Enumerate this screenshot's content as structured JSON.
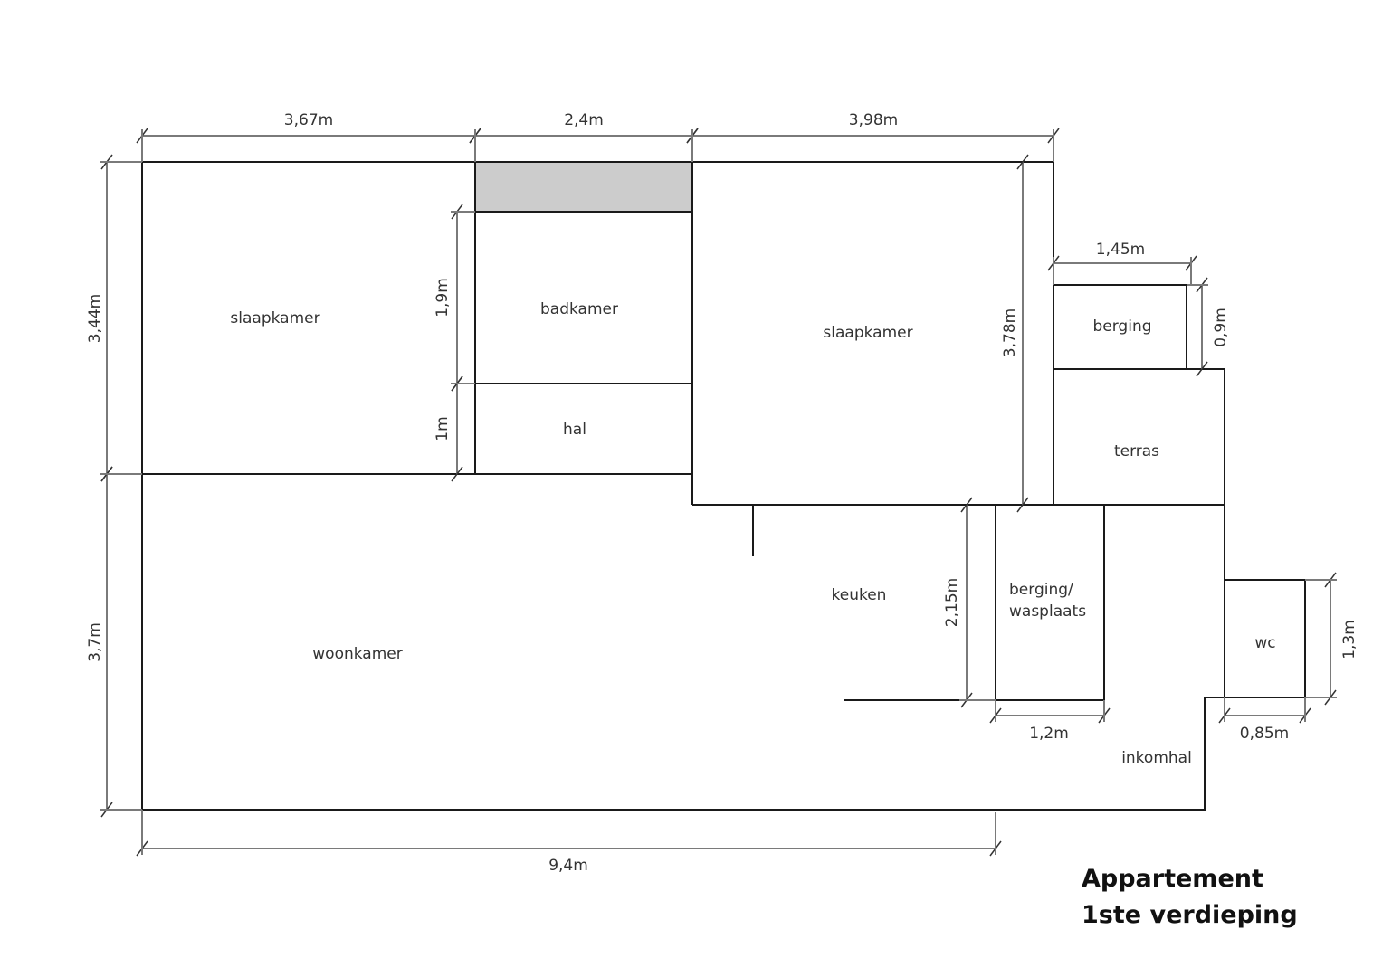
{
  "title": {
    "line1": "Appartement",
    "line2": "1ste verdieping"
  },
  "rooms": {
    "slaapkamer_left": "slaapkamer",
    "badkamer": "badkamer",
    "hal": "hal",
    "slaapkamer_right": "slaapkamer",
    "berging": "berging",
    "terras": "terras",
    "keuken": "keuken",
    "berging_wasplaats_1": "berging/",
    "berging_wasplaats_2": "wasplaats",
    "wc": "wc",
    "woonkamer": "woonkamer",
    "inkomhal": "inkomhal"
  },
  "dimensions": {
    "top_left": "3,67m",
    "top_mid": "2,4m",
    "top_right": "3,98m",
    "left_upper": "3,44m",
    "left_lower": "3,7m",
    "badkamer_height": "1,9m",
    "hal_height": "1m",
    "slaapkamer_height": "3,78m",
    "berging_width": "1,45m",
    "berging_height": "0,9m",
    "wasplaats_height": "2,15m",
    "wasplaats_width": "1,2m",
    "wc_width": "0,85m",
    "wc_height": "1,3m",
    "bottom_total": "9,4m"
  },
  "colors": {
    "wall": "#1a1a1a",
    "dimension": "#7a7a7a",
    "shaft_fill": "#cccccc"
  }
}
